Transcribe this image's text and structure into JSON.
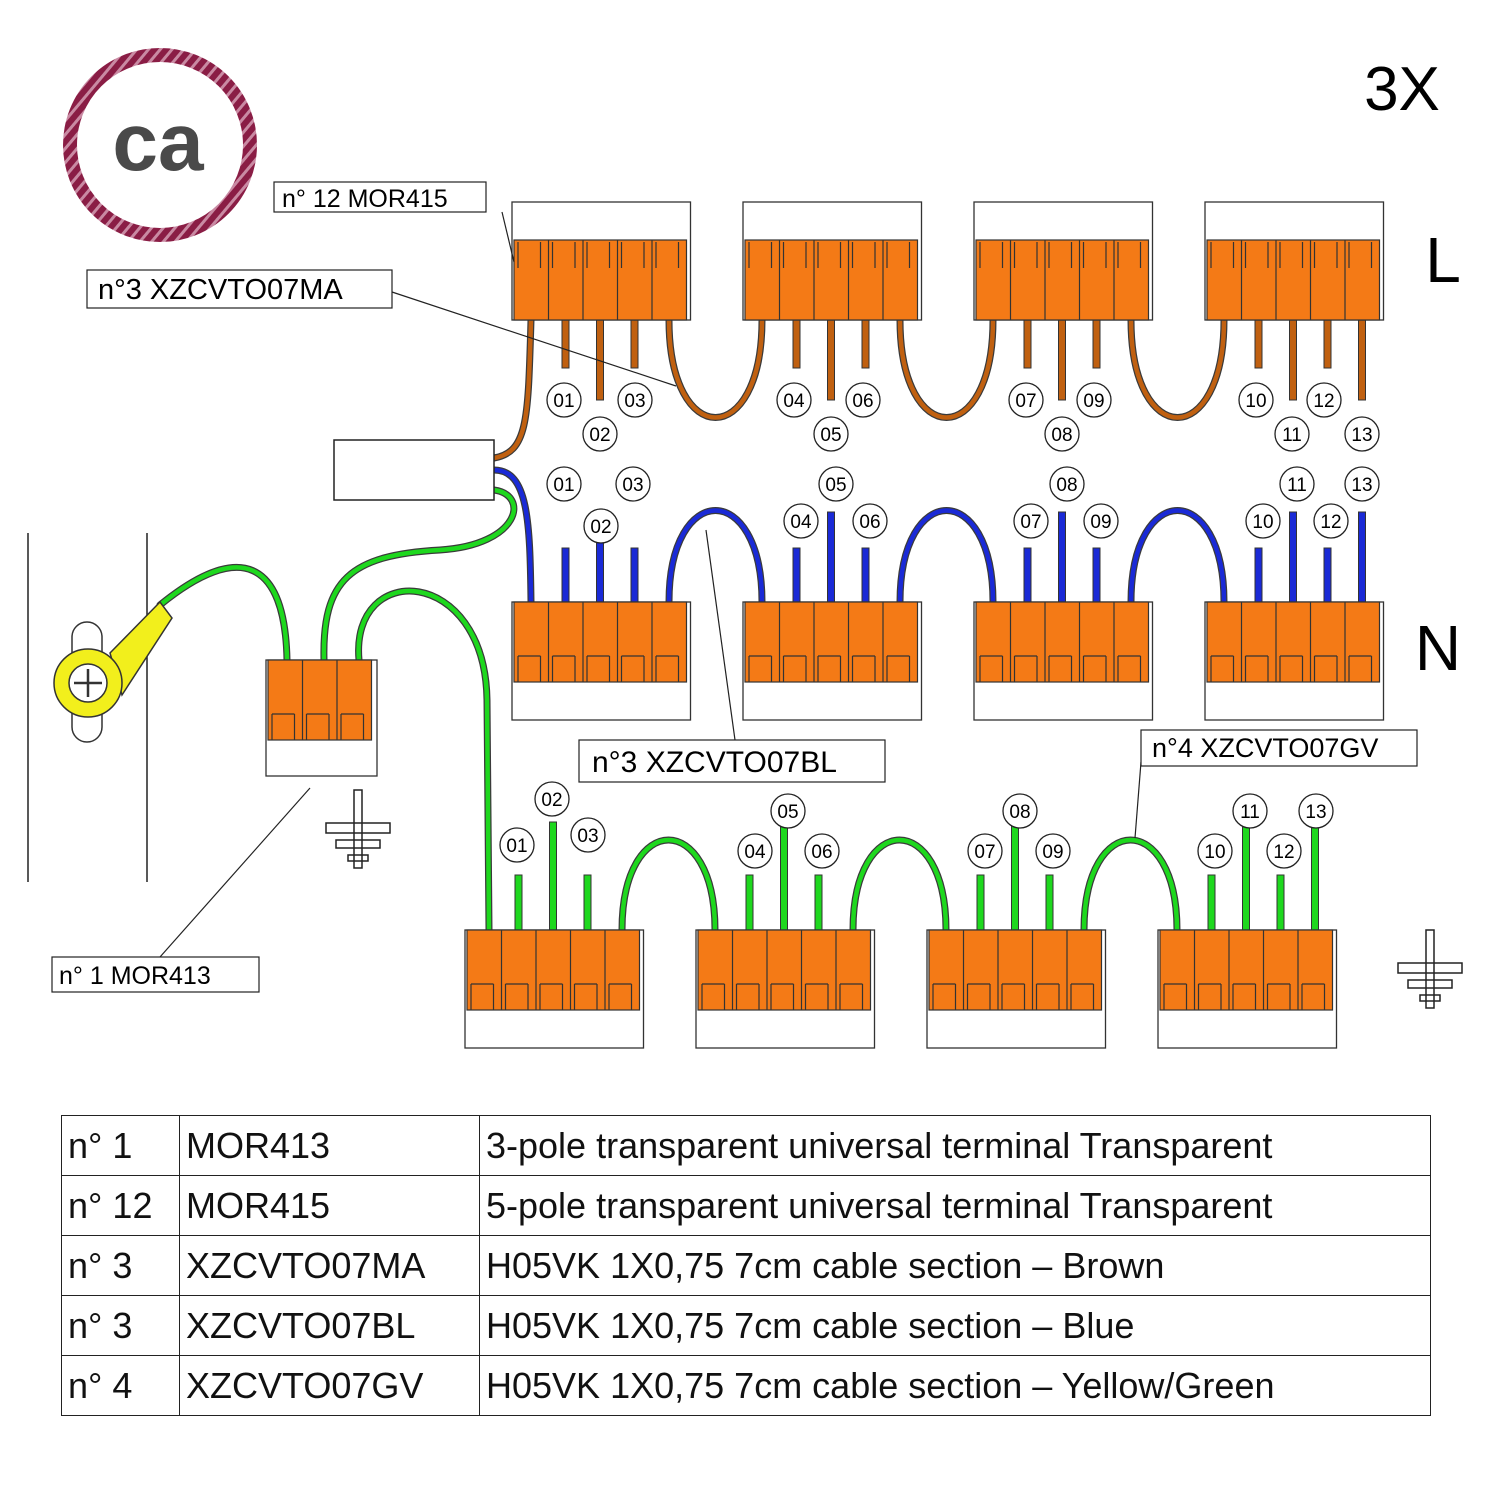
{
  "header": {
    "multiplier": "3X",
    "logo_text": "ca"
  },
  "rails": {
    "line_label": "L",
    "neutral_label": "N"
  },
  "callouts": {
    "mor415": "n° 12  MOR415",
    "brown_cable": "n°3 XZCVTO07MA",
    "blue_cable": "n°3 XZCVTO07BL",
    "green_cable": "n°4 XZCVTO07GV",
    "mor413": "n° 1  MOR413"
  },
  "outputs": [
    "01",
    "02",
    "03",
    "04",
    "05",
    "06",
    "07",
    "08",
    "09",
    "10",
    "11",
    "12",
    "13"
  ],
  "colors": {
    "terminal_orange": "#f47a16",
    "brown": "#c06010",
    "blue": "#1a2ad6",
    "green": "#1ed81e",
    "yellow": "#f2ef1c",
    "logo_rope": "#8a1d45",
    "logo_text": "#4a4a4a"
  },
  "parts": [
    {
      "qty": "n° 1",
      "code": "MOR413",
      "description": "3-pole transparent universal terminal Transparent"
    },
    {
      "qty": "n° 12",
      "code": "MOR415",
      "description": "5-pole transparent universal terminal Transparent"
    },
    {
      "qty": "n° 3",
      "code": "XZCVTO07MA",
      "description": "H05VK 1X0,75 7cm cable section – Brown"
    },
    {
      "qty": "n° 3",
      "code": "XZCVTO07BL",
      "description": "H05VK 1X0,75 7cm cable section – Blue"
    },
    {
      "qty": "n° 4",
      "code": "XZCVTO07GV",
      "description": "H05VK 1X0,75 7cm cable section – Yellow/Green"
    }
  ]
}
